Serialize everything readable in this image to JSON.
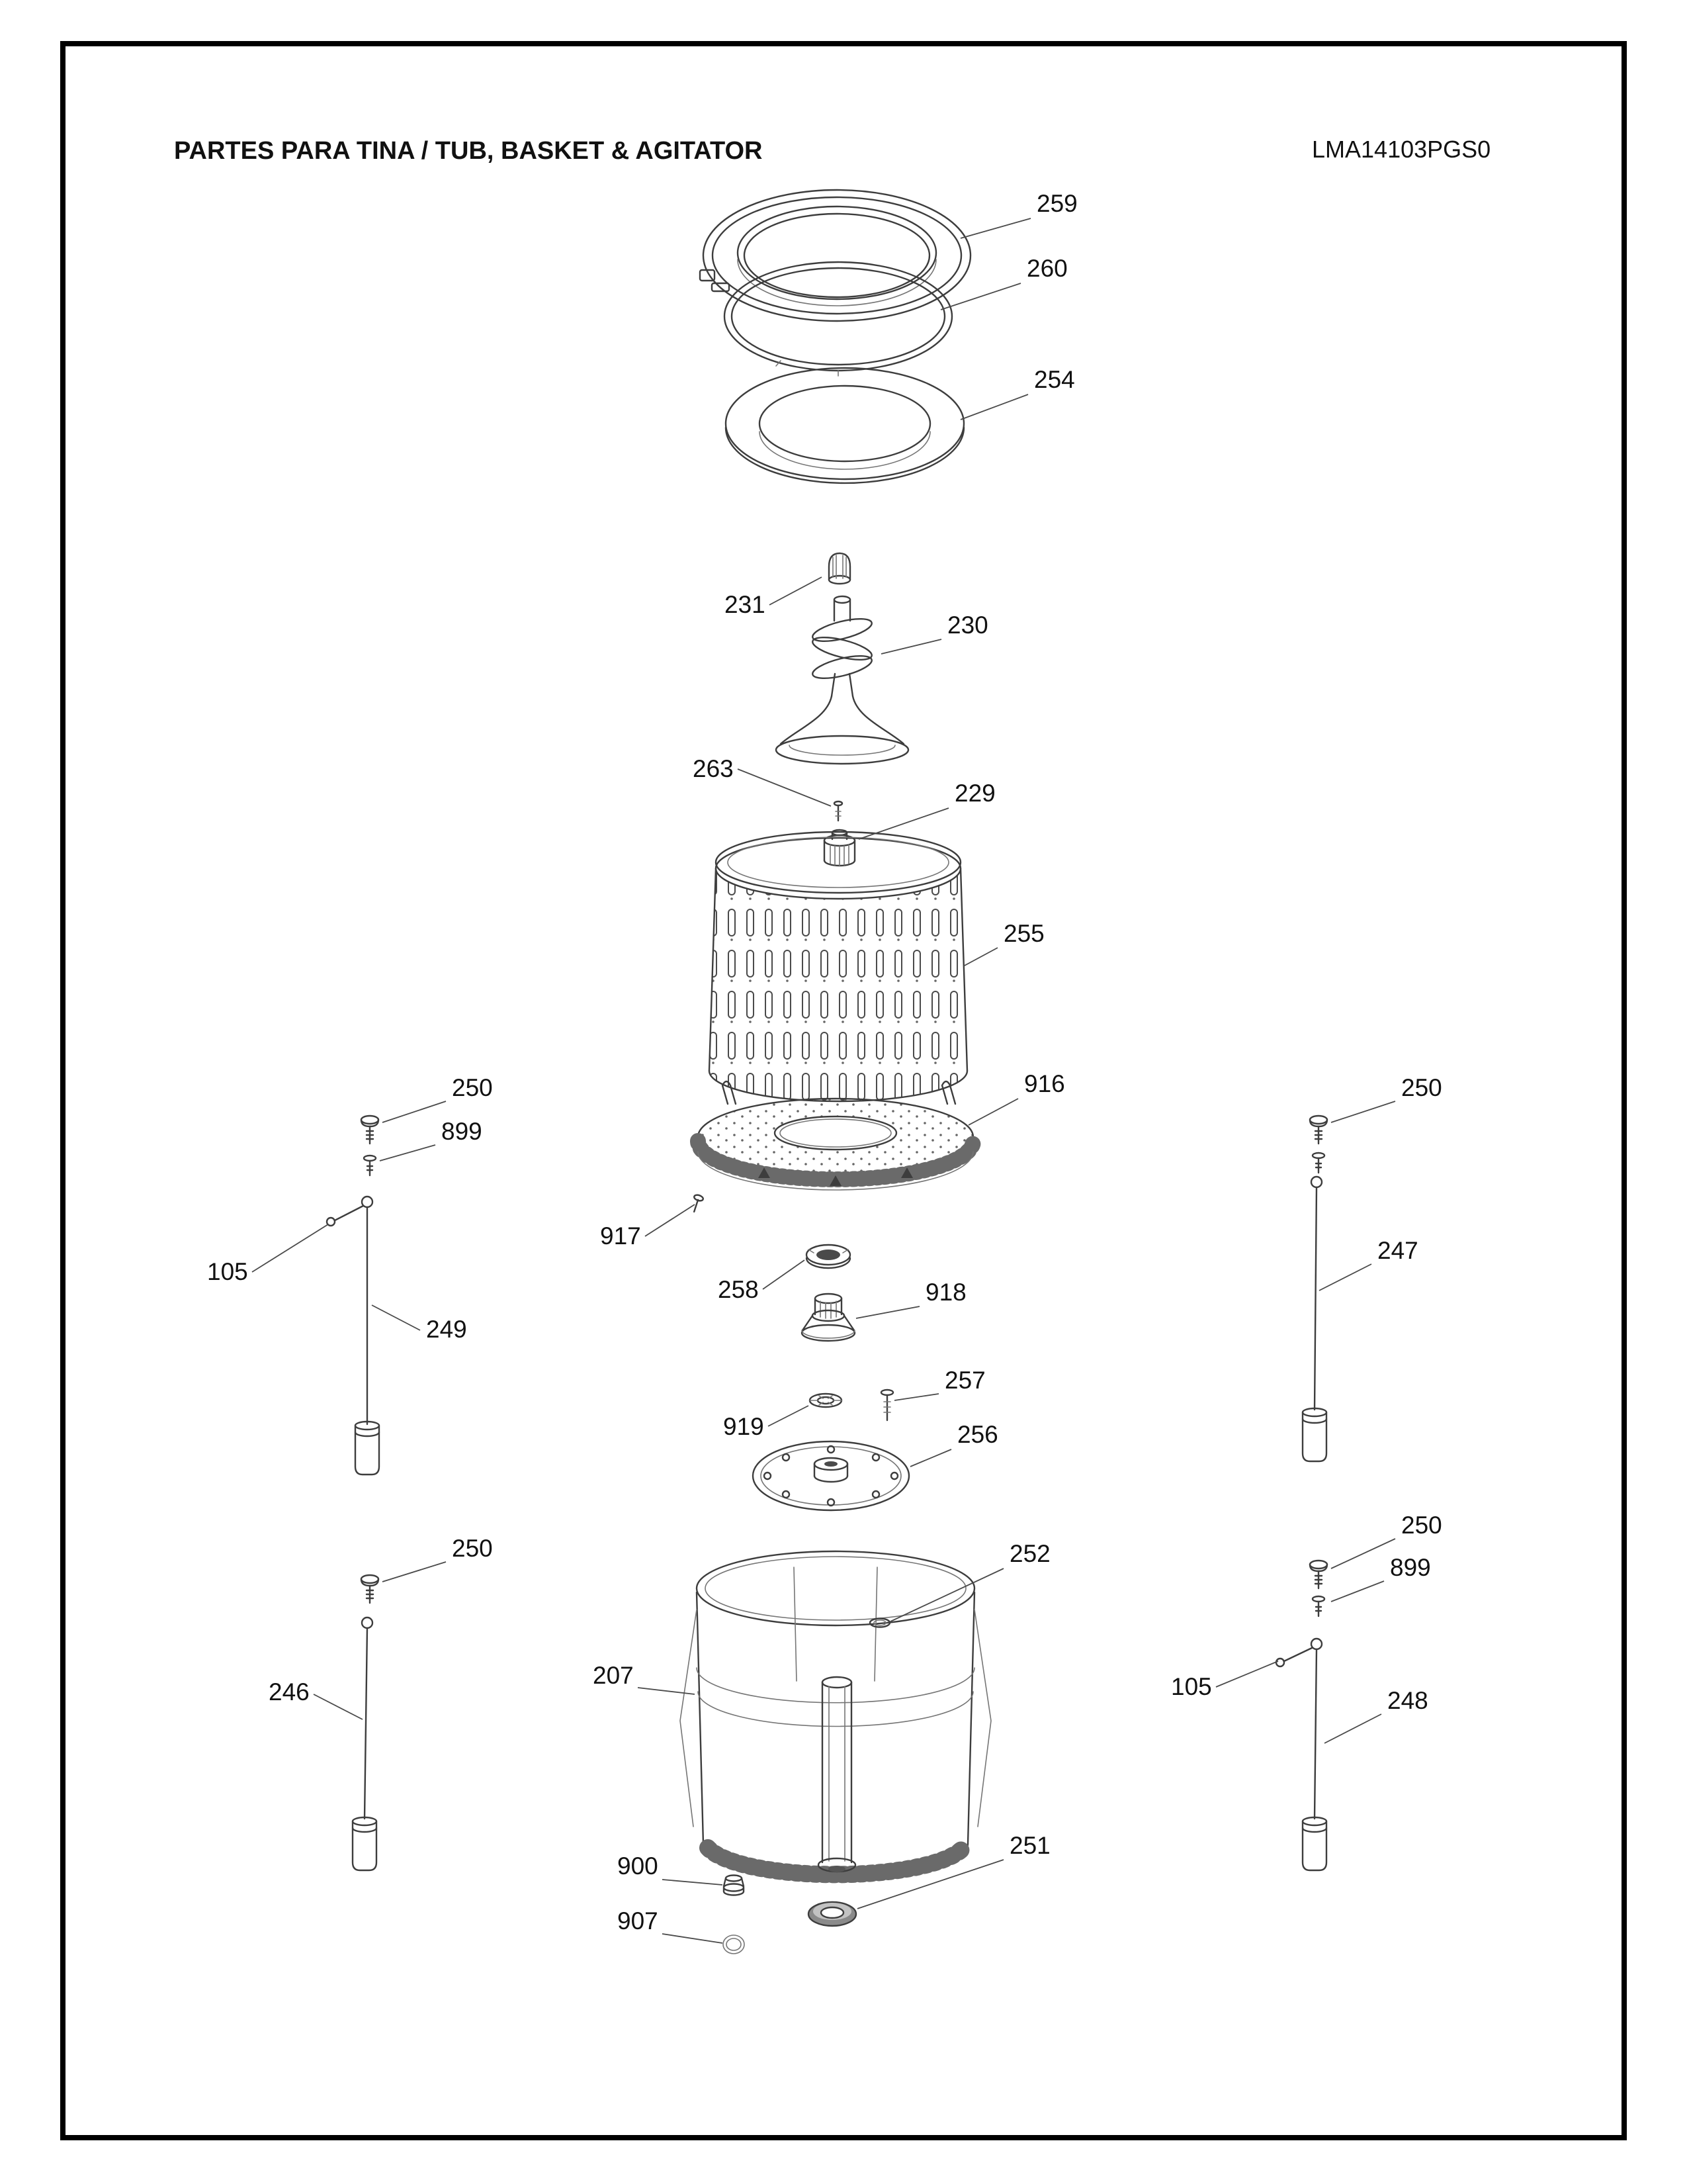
{
  "header": {
    "title": "PARTES PARA TINA / TUB, BASKET & AGITATOR",
    "doc_number": "LMA14103PGS0"
  },
  "callouts": {
    "c259": "259",
    "c260": "260",
    "c254": "254",
    "c231": "231",
    "c230": "230",
    "c263": "263",
    "c229": "229",
    "c255": "255",
    "c916": "916",
    "c917": "917",
    "c258": "258",
    "c918": "918",
    "c919": "919",
    "c257": "257",
    "c256": "256",
    "c252": "252",
    "c207": "207",
    "c251": "251",
    "c900": "900",
    "c907": "907",
    "c250_top_left": "250",
    "c899_top_left": "899",
    "c105_top_left": "105",
    "c249": "249",
    "c250_top_right": "250",
    "c247": "247",
    "c250_bottom_left": "250",
    "c246": "246",
    "c250_bottom_right": "250",
    "c899_bottom_right": "899",
    "c105_bottom_right": "105",
    "c248": "248"
  }
}
